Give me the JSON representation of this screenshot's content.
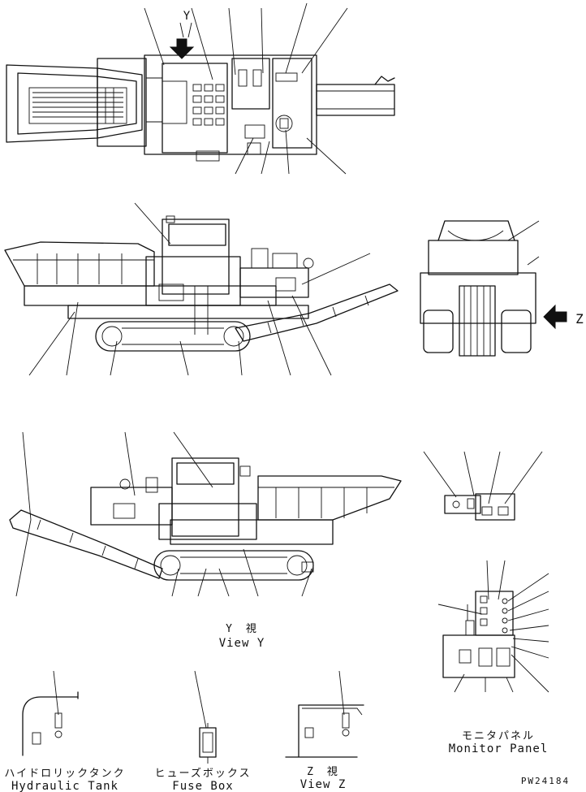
{
  "callouts": {
    "view_y_top_letter": "Y",
    "view_z_side_letter": "Z"
  },
  "captions": {
    "view_y_jp": "Y　視",
    "view_y_en": "View Y",
    "monitor_jp": "モニタパネル",
    "monitor_en": "Monitor Panel",
    "hydraulic_jp": "ハイドロリックタンク",
    "hydraulic_en": "Hydraulic Tank",
    "fuse_jp": "ヒューズボックス",
    "fuse_en": "Fuse Box",
    "view_z_jp": "Z　視",
    "view_z_en": "View Z"
  },
  "drawing_number": "PW24184"
}
